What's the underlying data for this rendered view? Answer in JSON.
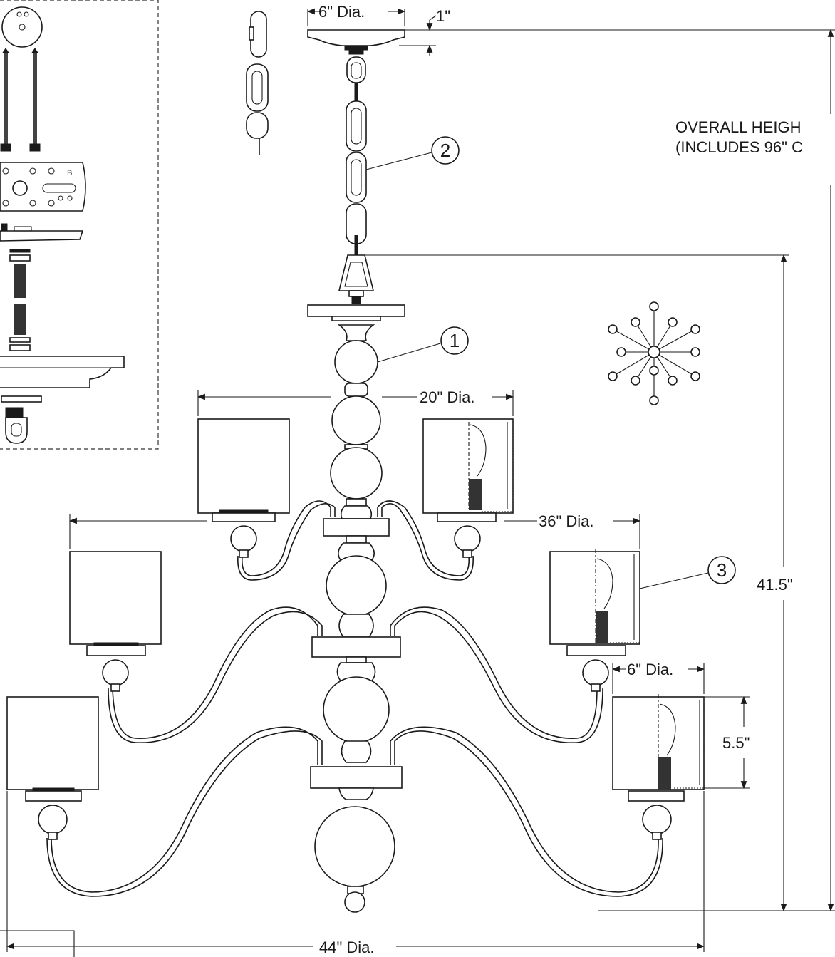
{
  "dimensions": {
    "canopy_diameter": "6\" Dia.",
    "canopy_height": "1\"",
    "tier1_diameter": "20\" Dia.",
    "tier2_diameter": "36\" Dia.",
    "tier3_diameter": "44\" Dia.",
    "shade_diameter": "6\" Dia.",
    "shade_height": "5.5\"",
    "body_height": "41.5\"",
    "overall_height_line1": "OVERALL HEIGH",
    "overall_height_line2": "(INCLUDES 96\" C"
  },
  "callouts": {
    "c1": "1",
    "c2": "2",
    "c3": "3"
  },
  "hardware": {
    "plate_mark": "B"
  }
}
